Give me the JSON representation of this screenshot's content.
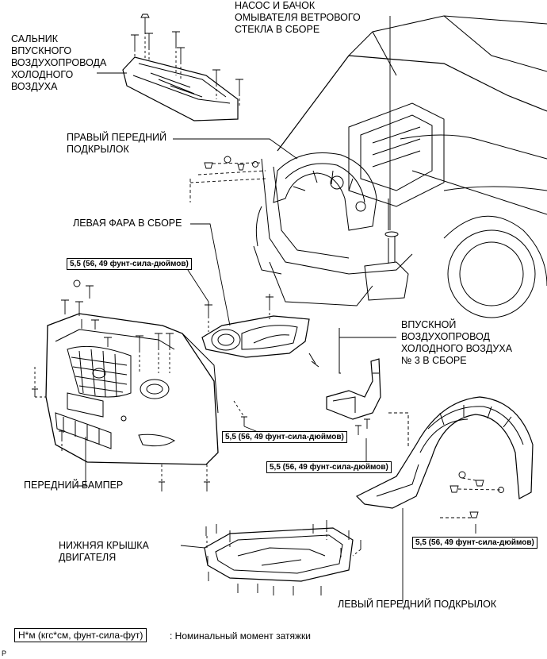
{
  "labels": {
    "intake_seal": "САЛЬНИК\nВПУСКНОГО\nВОЗДУХОПРОВОДА\nХОЛОДНОГО\nВОЗДУХА",
    "washer_pump": "НАСОС И БАЧОК\nОМЫВАТЕЛЯ ВЕТРОВОГО\nСТЕКЛА В СБОРЕ",
    "right_liner": "ПРАВЫЙ ПЕРЕДНИЙ\nПОДКРЫЛОК",
    "left_headlamp": "ЛЕВАЯ ФАРА В СБОРЕ",
    "intake_duct": "ВПУСКНОЙ\nВОЗДУХОПРОВОД\nХОЛОДНОГО ВОЗДУХА\n№ 3 В СБОРЕ",
    "front_bumper": "ПЕРЕДНИЙ БАМПЕР",
    "engine_cover": "НИЖНЯЯ КРЫШКА\nДВИГАТЕЛЯ",
    "left_liner": "ЛЕВЫЙ ПЕРЕДНИЙ ПОДКРЫЛОК"
  },
  "torque": {
    "headlamp": "5,5 (56, 49 фунт-сила-дюймов)",
    "bumper": "5,5 (56, 49 фунт-сила-дюймов)",
    "duct": "5,5 (56, 49 фунт-сила-дюймов)",
    "liner": "5,5 (56, 49 фунт-сила-дюймов)"
  },
  "legend": {
    "unit": "Н*м (кгс*см, фунт-сила-фут)",
    "description": ": Номинальный момент затяжки"
  },
  "corner_mark": "P"
}
